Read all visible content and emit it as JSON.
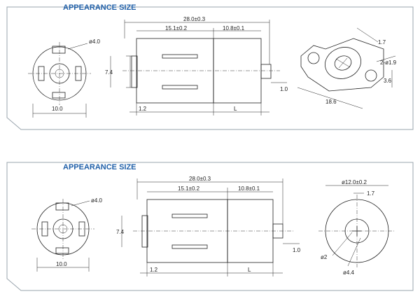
{
  "colors": {
    "title": "#1f5fa8",
    "line": "#222222",
    "panel": "#9aa4ad"
  },
  "panels": [
    {
      "title": "APPEARANCE SIZE",
      "front": {
        "d_pin": "ø4.0",
        "h": "7.4",
        "w": "10.0"
      },
      "side": {
        "len": "28.0±0.3",
        "body": "15.1±0.2",
        "cap": "10.8±0.1",
        "shaft": "1.0",
        "left": "1.2",
        "right": "L"
      },
      "iso": {
        "a": "1.7",
        "b": "2-ø1.9",
        "c": "3.6",
        "d": "18.6"
      }
    },
    {
      "title": "APPEARANCE SIZE",
      "front": {
        "d_pin": "ø4.0",
        "h": "7.4",
        "w": "10.0"
      },
      "side": {
        "len": "28.0±0.3",
        "body": "15.1±0.2",
        "cap": "10.8±0.1",
        "shaft": "1.0",
        "left": "1.2",
        "right": "L"
      },
      "end": {
        "dia": "ø12.0±0.2",
        "a": "1.7",
        "b": "ø2",
        "c": "ø4.4"
      }
    }
  ]
}
